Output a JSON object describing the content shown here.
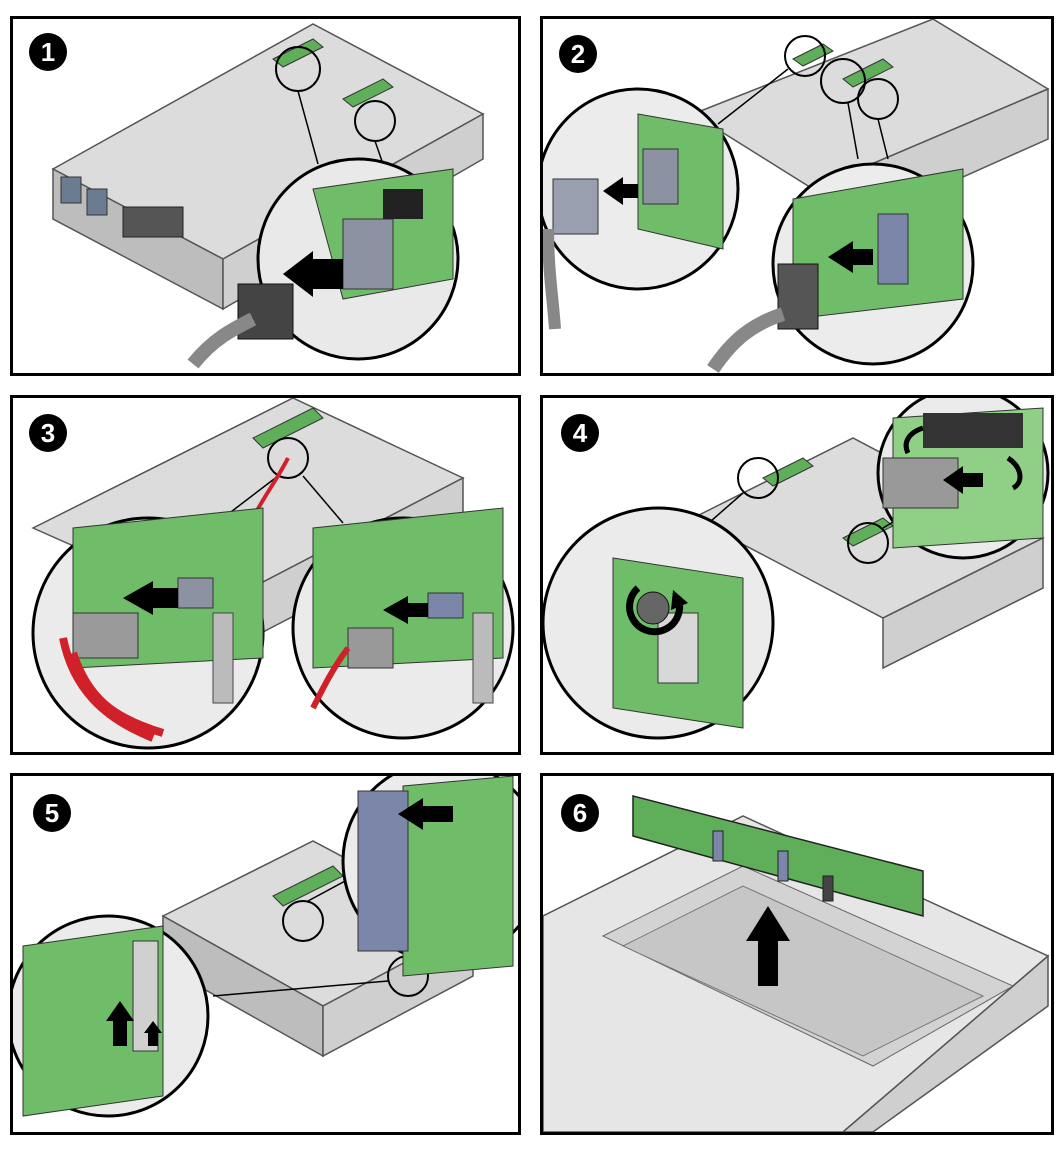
{
  "steps": [
    {
      "number": "1"
    },
    {
      "number": "2"
    },
    {
      "number": "3"
    },
    {
      "number": "4"
    },
    {
      "number": "5"
    },
    {
      "number": "6"
    }
  ],
  "colors": {
    "chassis": "#d9d9d9",
    "chassis_dark": "#a6a6a6",
    "board_green": "#5fae5a",
    "connector_blue": "#7c86a8",
    "cable_gray": "#8c8c8c",
    "cable_red": "#d0202a",
    "arrow": "#000000"
  }
}
